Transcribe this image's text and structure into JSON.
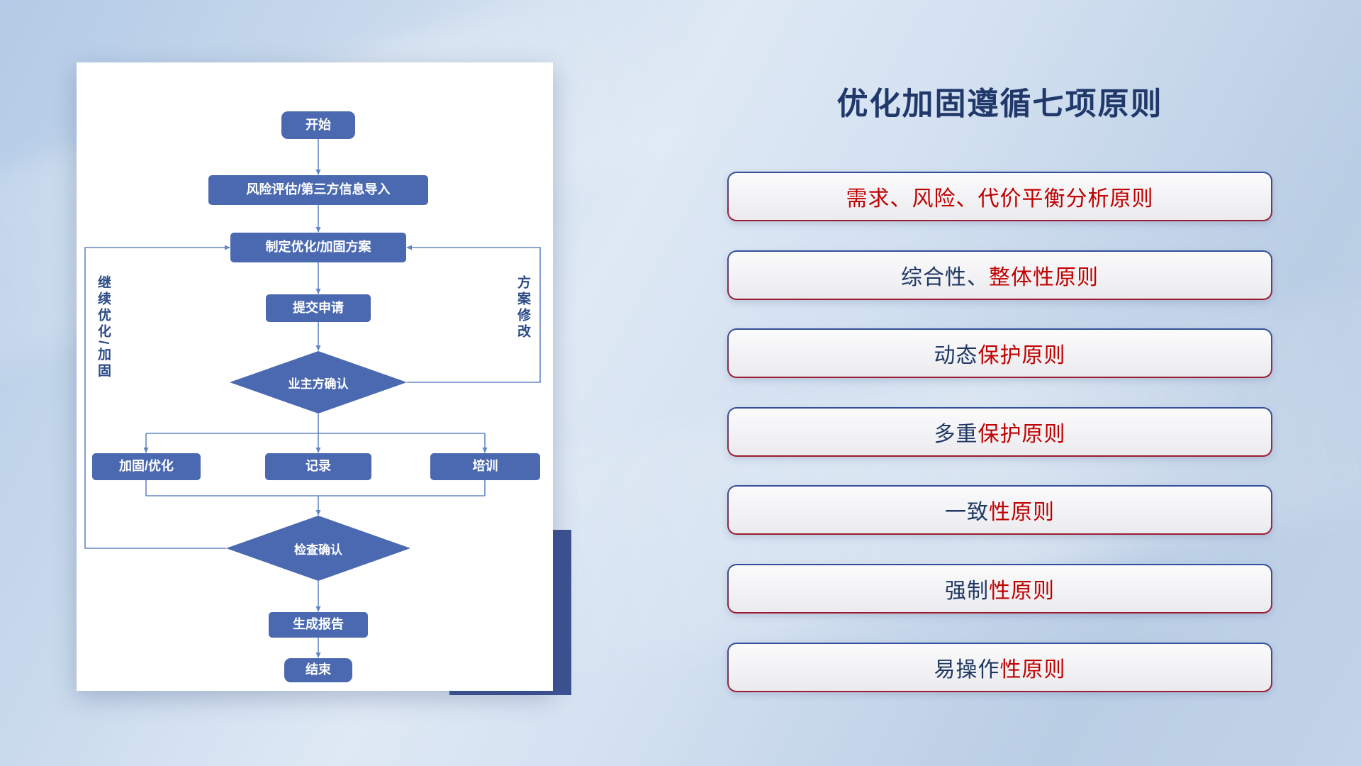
{
  "title": "优化加固遵循七项原则",
  "colors": {
    "accent_red": "#c00000",
    "accent_navy": "#1f3864",
    "node_blue": "#4a69b0",
    "connector_blue": "#6386c6",
    "accent_block_navy": "#3d5292",
    "panel_bg": "#ffffff"
  },
  "flowchart": {
    "start": "开始",
    "risk_import": "风险评估/第三方信息导入",
    "plan": "制定优化/加固方案",
    "submit": "提交申请",
    "owner_confirm": "业主方确认",
    "reinforce": "加固/优化",
    "record": "记录",
    "training": "培训",
    "check_confirm": "检查确认",
    "report": "生成报告",
    "end": "结束",
    "left_loop_label": "继续优化/加固",
    "right_loop_label": "方案修改"
  },
  "principles": [
    {
      "blue": "",
      "red": "需求、风险、代价平衡分析原则"
    },
    {
      "blue": "综合性、",
      "red": "整体性原则"
    },
    {
      "blue": "动态",
      "red": "保护原则"
    },
    {
      "blue": "多重",
      "red": "保护原则"
    },
    {
      "blue": "一致",
      "red": "性原则"
    },
    {
      "blue": "强制",
      "red": "性原则"
    },
    {
      "blue": "易操作",
      "red": "性原则"
    }
  ]
}
